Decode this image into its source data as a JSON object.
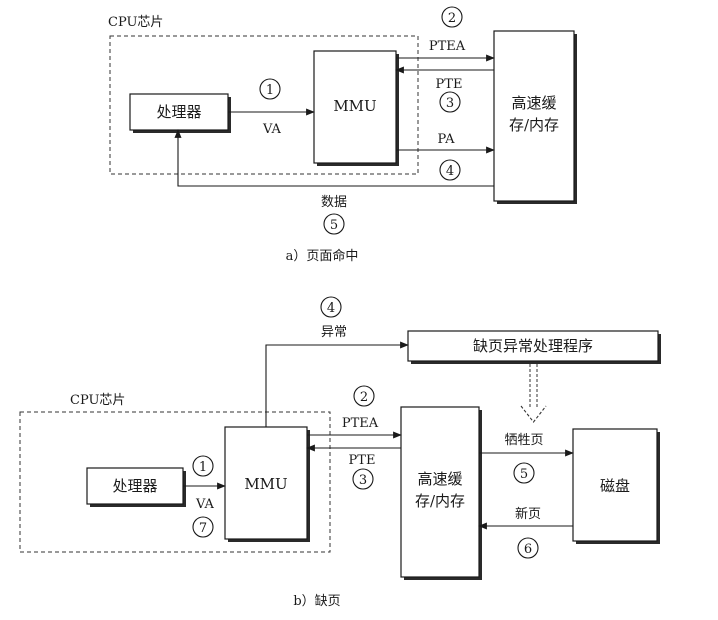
{
  "part_a": {
    "chip_label": "CPU芯片",
    "processor": "处理器",
    "mmu": "MMU",
    "cache_line1": "高速缓",
    "cache_line2": "存/内存",
    "va_label": "VA",
    "ptea_label": "PTEA",
    "pte_label": "PTE",
    "pa_label": "PA",
    "data_label": "数据",
    "step1": "1",
    "step2": "2",
    "step3": "3",
    "step4": "4",
    "step5": "5",
    "caption": "a）页面命中"
  },
  "part_b": {
    "chip_label": "CPU芯片",
    "processor": "处理器",
    "mmu": "MMU",
    "cache_line1": "高速缓",
    "cache_line2": "存/内存",
    "disk": "磁盘",
    "handler": "缺页异常处理程序",
    "exception_label": "异常",
    "va_label": "VA",
    "ptea_label": "PTEA",
    "pte_label": "PTE",
    "victim_label": "牺牲页",
    "newpage_label": "新页",
    "step1": "1",
    "step2": "2",
    "step3": "3",
    "step4": "4",
    "step5": "5",
    "step6": "6",
    "step7": "7",
    "caption": "b）缺页"
  }
}
